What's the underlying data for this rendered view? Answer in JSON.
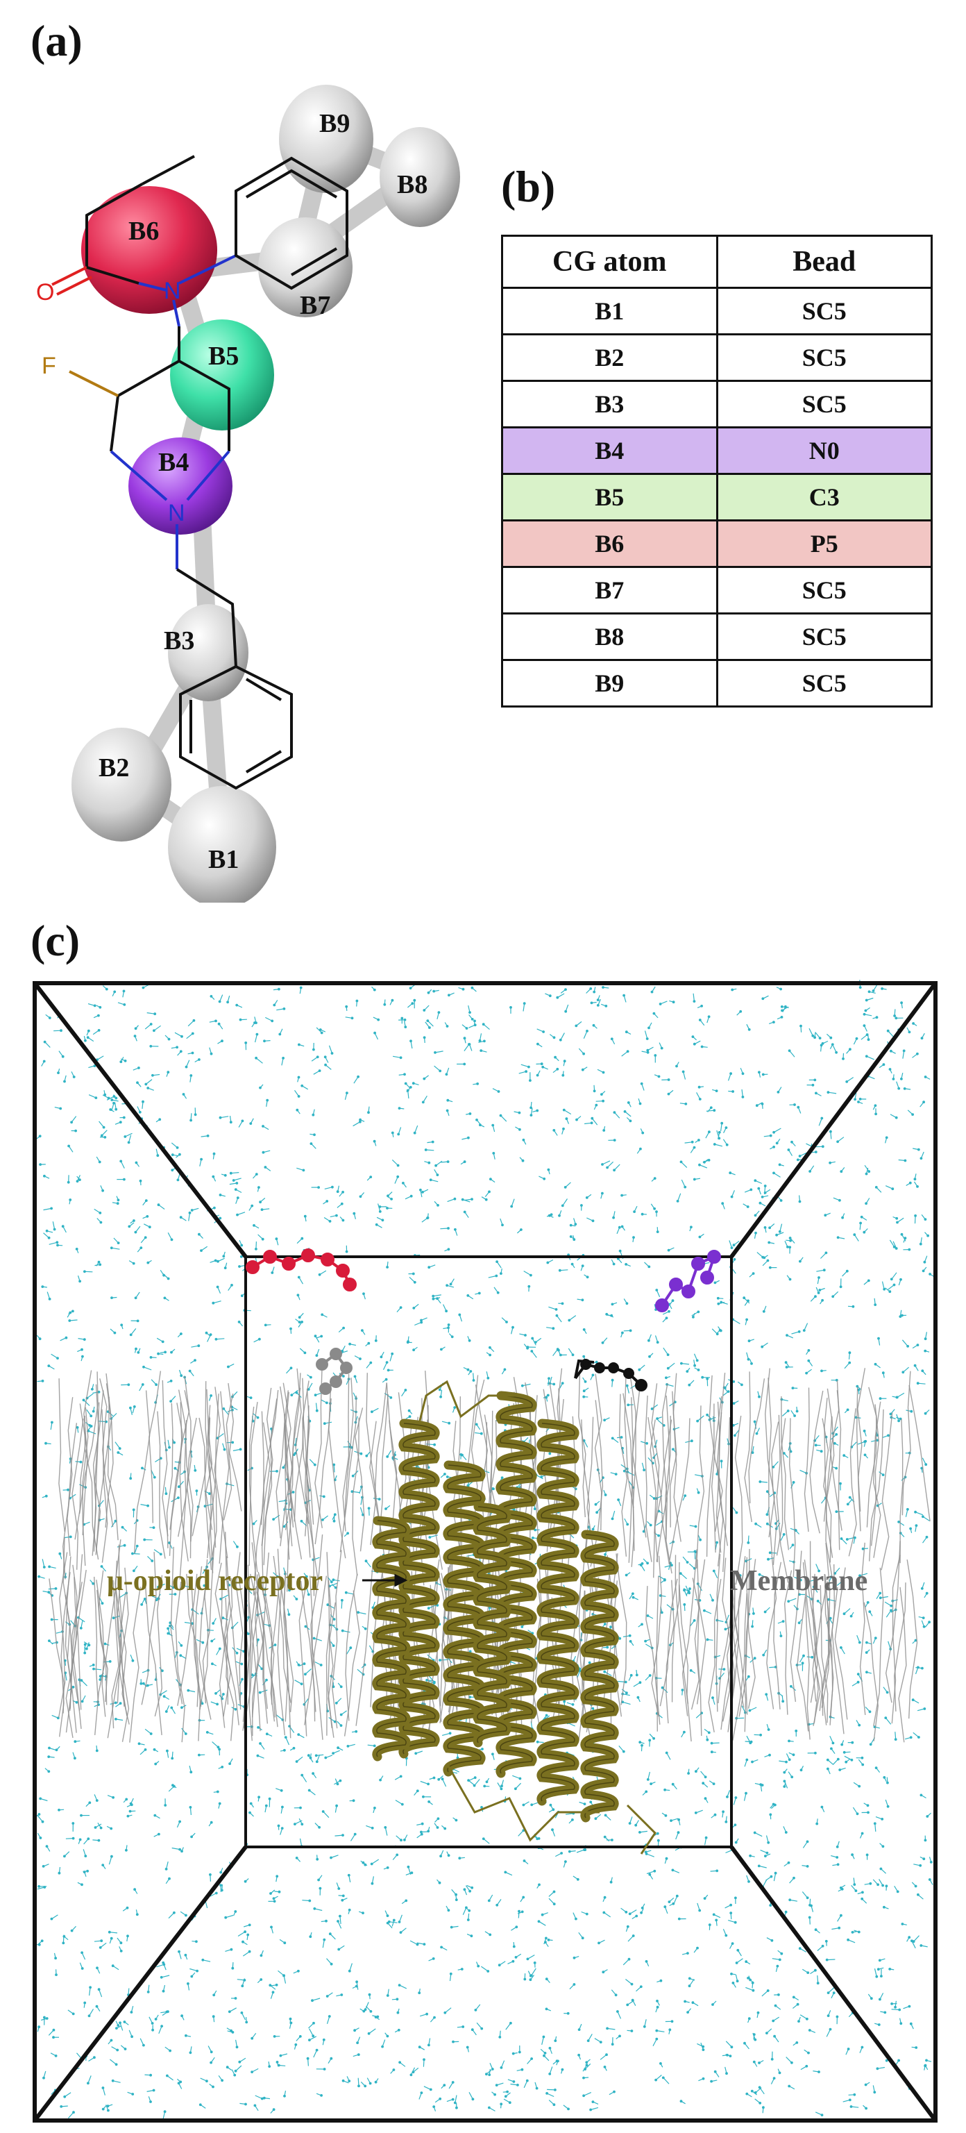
{
  "panels": {
    "a": "(a)",
    "b": "(b)",
    "c": "(c)"
  },
  "molecule": {
    "beads": [
      {
        "id": "B1",
        "color": "#d7d7d7"
      },
      {
        "id": "B2",
        "color": "#d7d7d7"
      },
      {
        "id": "B3",
        "color": "#d7d7d7"
      },
      {
        "id": "B4",
        "color": "#9b3be0"
      },
      {
        "id": "B5",
        "color": "#3fe0a8"
      },
      {
        "id": "B6",
        "color": "#e0284f"
      },
      {
        "id": "B7",
        "color": "#d7d7d7"
      },
      {
        "id": "B8",
        "color": "#d7d7d7"
      },
      {
        "id": "B9",
        "color": "#d7d7d7"
      }
    ],
    "atoms": {
      "oxygen": "O",
      "nitrogen_amide": "N",
      "nitrogen_ring": "N",
      "fluorine": "F"
    }
  },
  "table": {
    "headers": [
      "CG atom",
      "Bead"
    ],
    "rows": [
      {
        "atom": "B1",
        "bead": "SC5",
        "color": "#ffffff"
      },
      {
        "atom": "B2",
        "bead": "SC5",
        "color": "#ffffff"
      },
      {
        "atom": "B3",
        "bead": "SC5",
        "color": "#ffffff"
      },
      {
        "atom": "B4",
        "bead": "N0",
        "color": "#d2b6f1"
      },
      {
        "atom": "B5",
        "bead": "C3",
        "color": "#d9f2c9"
      },
      {
        "atom": "B6",
        "bead": "P5",
        "color": "#f2c6c4"
      },
      {
        "atom": "B7",
        "bead": "SC5",
        "color": "#ffffff"
      },
      {
        "atom": "B8",
        "bead": "SC5",
        "color": "#ffffff"
      },
      {
        "atom": "B9",
        "bead": "SC5",
        "color": "#ffffff"
      }
    ]
  },
  "simulation": {
    "receptor_label": "μ-opioid receptor",
    "membrane_label": "Membrane",
    "receptor_color": "#7a7020",
    "membrane_label_color": "#6a6a6a",
    "water_color": "#2fb3c4",
    "ligand_colors": [
      "#d81b3a",
      "#7a2fd0",
      "#8a8a8a",
      "#111111"
    ]
  }
}
